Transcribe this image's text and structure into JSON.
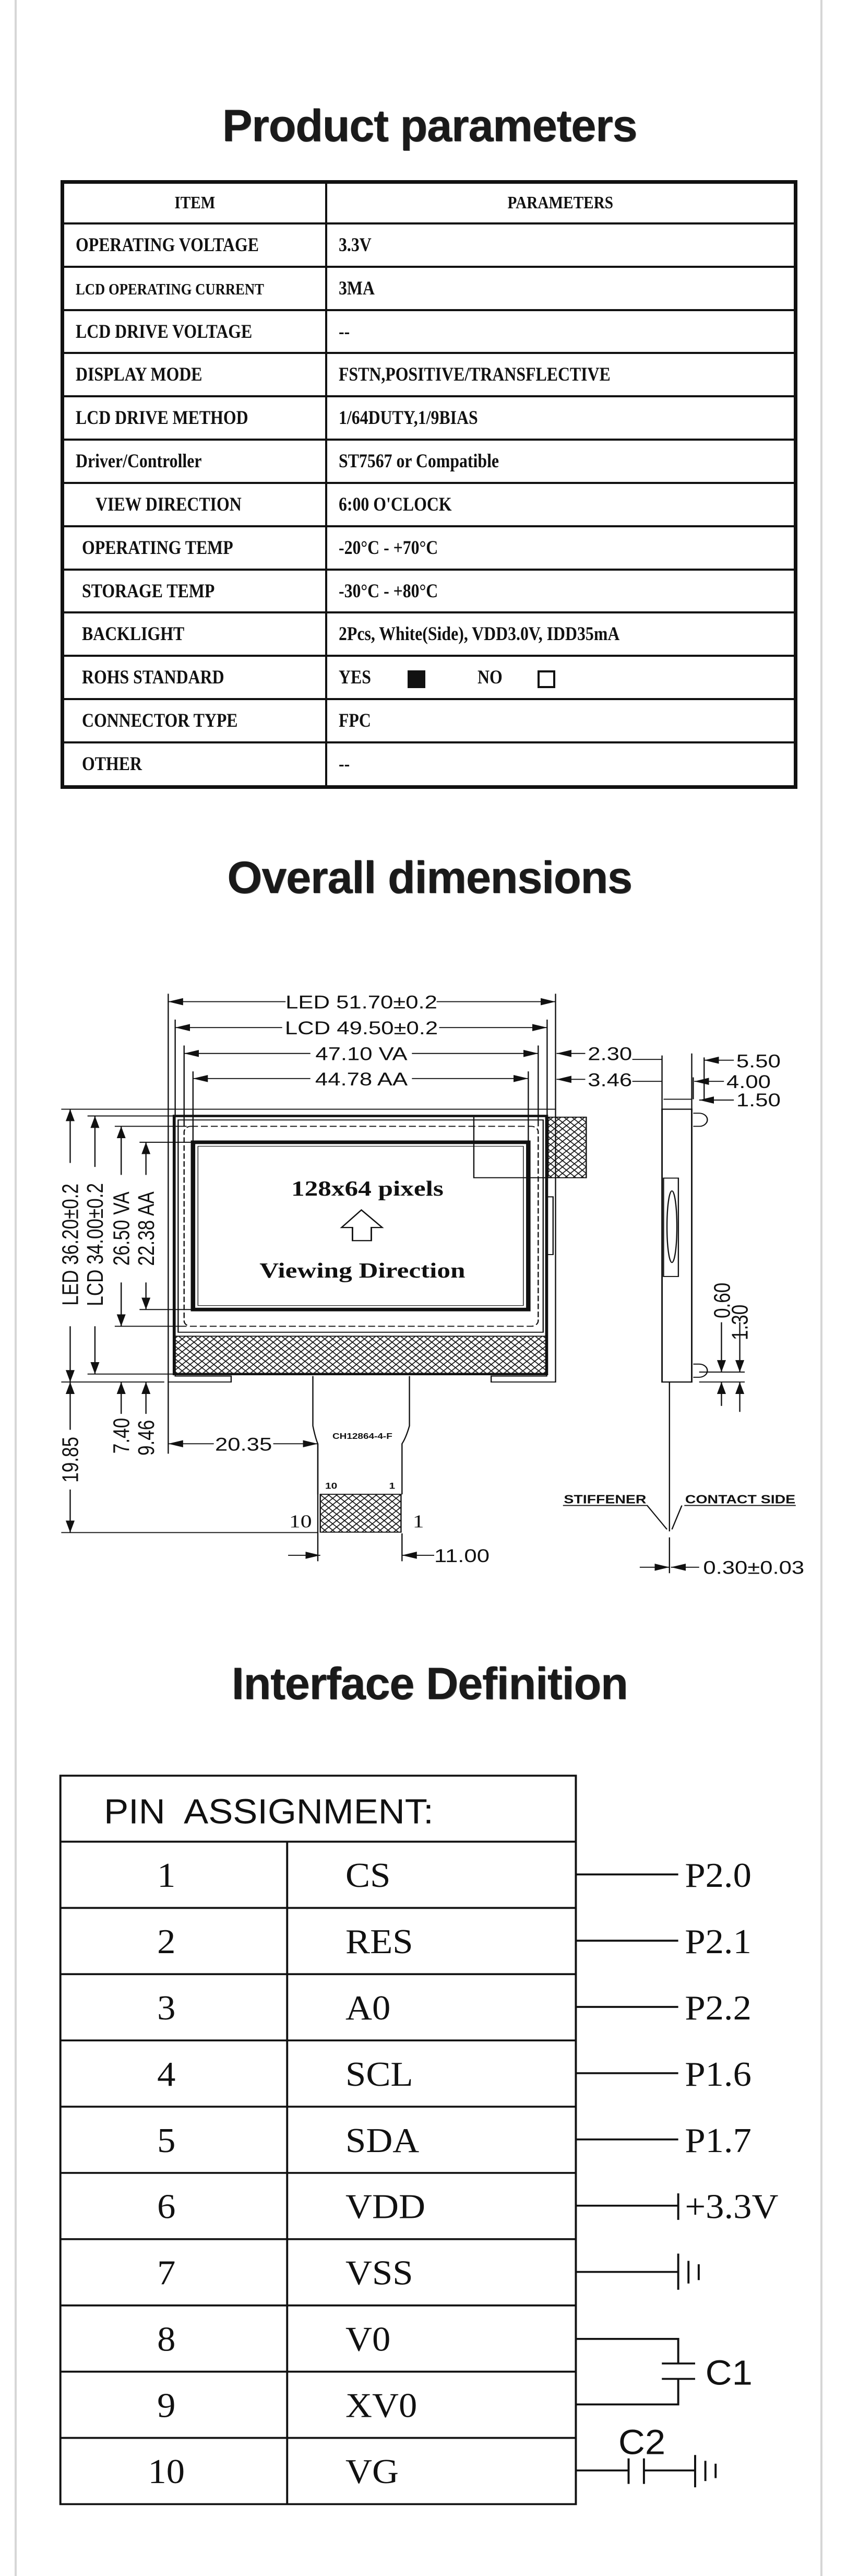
{
  "sections": {
    "product_parameters": "Product parameters",
    "overall_dimensions": "Overall dimensions",
    "interface_definition": "Interface Definition"
  },
  "params": {
    "header": {
      "item": "ITEM",
      "parameters": "PARAMETERS"
    },
    "rows": [
      {
        "item": "OPERATING VOLTAGE",
        "value": "3.3V"
      },
      {
        "item": "LCD OPERATING CURRENT",
        "value": "3MA"
      },
      {
        "item": "LCD DRIVE VOLTAGE",
        "value": "--"
      },
      {
        "item": "DISPLAY MODE",
        "value": "FSTN,POSITIVE/TRANSFLECTIVE"
      },
      {
        "item": "LCD DRIVE METHOD",
        "value": "1/64DUTY,1/9BIAS"
      },
      {
        "item": "Driver/Controller",
        "value": "ST7567 or Compatible"
      },
      {
        "item": "VIEW DIRECTION",
        "value": "6:00 O'CLOCK"
      },
      {
        "item": "OPERATING TEMP",
        "value": "-20°C - +70°C"
      },
      {
        "item": "STORAGE TEMP",
        "value": "-30°C - +80°C"
      },
      {
        "item": "BACKLIGHT",
        "value": "2Pcs, White(Side), VDD3.0V, IDD35mA"
      },
      {
        "item": "ROHS STANDARD",
        "yes": "YES",
        "no": "NO",
        "yes_checked": true,
        "no_checked": false
      },
      {
        "item": "CONNECTOR TYPE",
        "value": "FPC"
      },
      {
        "item": "OTHER",
        "value": "--"
      }
    ]
  },
  "drawing": {
    "led_width": "LED 51.70±0.2",
    "lcd_width": "LCD 49.50±0.2",
    "va_width": "47.10 VA",
    "aa_width": "44.78 AA",
    "dim_230": "2.30",
    "dim_346": "3.46",
    "dim_550": "5.50",
    "dim_400": "4.00",
    "dim_150": "1.50",
    "led_height": "LED 36.20±0.2",
    "lcd_height": "LCD 34.00±0.2",
    "va_height": "26.50 VA",
    "aa_height": "22.38 AA",
    "dim_1985": "19.85",
    "dim_740": "7.40",
    "dim_946": "9.46",
    "dim_2035": "20.35",
    "dim_1100": "11.00",
    "dim_060": "0.60",
    "dim_130": "1.30",
    "thickness": "0.30±0.03",
    "pixels": "128x64 pixels",
    "viewing": "Viewing Direction",
    "fpc_code": "CH12864-4-F",
    "fpc_pin_10": "10",
    "fpc_pin_1": "1",
    "stiffener": "STIFFENER",
    "contact_side": "CONTACT SIDE"
  },
  "pins": {
    "header": "PIN  ASSIGNMENT:",
    "rows": [
      {
        "num": "1",
        "name": "CS",
        "conn": "P2.0"
      },
      {
        "num": "2",
        "name": "RES",
        "conn": "P2.1"
      },
      {
        "num": "3",
        "name": "A0",
        "conn": "P2.2"
      },
      {
        "num": "4",
        "name": "SCL",
        "conn": "P1.6"
      },
      {
        "num": "5",
        "name": "SDA",
        "conn": "P1.7"
      },
      {
        "num": "6",
        "name": "VDD",
        "conn": "+3.3V"
      },
      {
        "num": "7",
        "name": "VSS",
        "conn": ""
      },
      {
        "num": "8",
        "name": "V0",
        "conn": ""
      },
      {
        "num": "9",
        "name": "XV0",
        "conn": ""
      },
      {
        "num": "10",
        "name": "VG",
        "conn": ""
      }
    ],
    "c1": "C1",
    "c2": "C2"
  }
}
